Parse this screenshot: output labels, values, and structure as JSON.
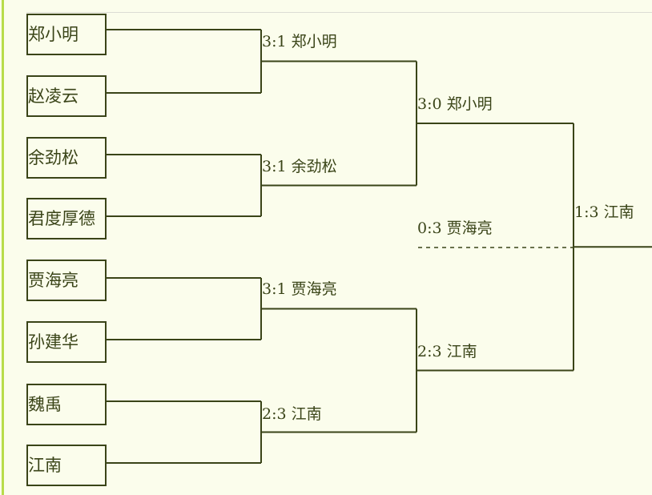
{
  "colors": {
    "line": "#3a4418",
    "background": "#fbfdec",
    "accent_bar": "#b8dc4a"
  },
  "players": [
    "郑小明",
    "赵凌云",
    "余劲松",
    "君度厚德",
    "贾海亮",
    "孙建华",
    "魏禹",
    "江南"
  ],
  "round1": [
    {
      "score": "3:1",
      "winner": "郑小明"
    },
    {
      "score": "3:1",
      "winner": "余劲松"
    },
    {
      "score": "3:1",
      "winner": "贾海亮"
    },
    {
      "score": "2:3",
      "winner": "江南"
    }
  ],
  "semifinals": [
    {
      "score": "3:0",
      "winner": "郑小明"
    },
    {
      "score": "2:3",
      "winner": "江南"
    }
  ],
  "final": {
    "score": "1:3",
    "winner": "江南"
  },
  "third_place": {
    "score": "0:3",
    "winner": "贾海亮"
  }
}
